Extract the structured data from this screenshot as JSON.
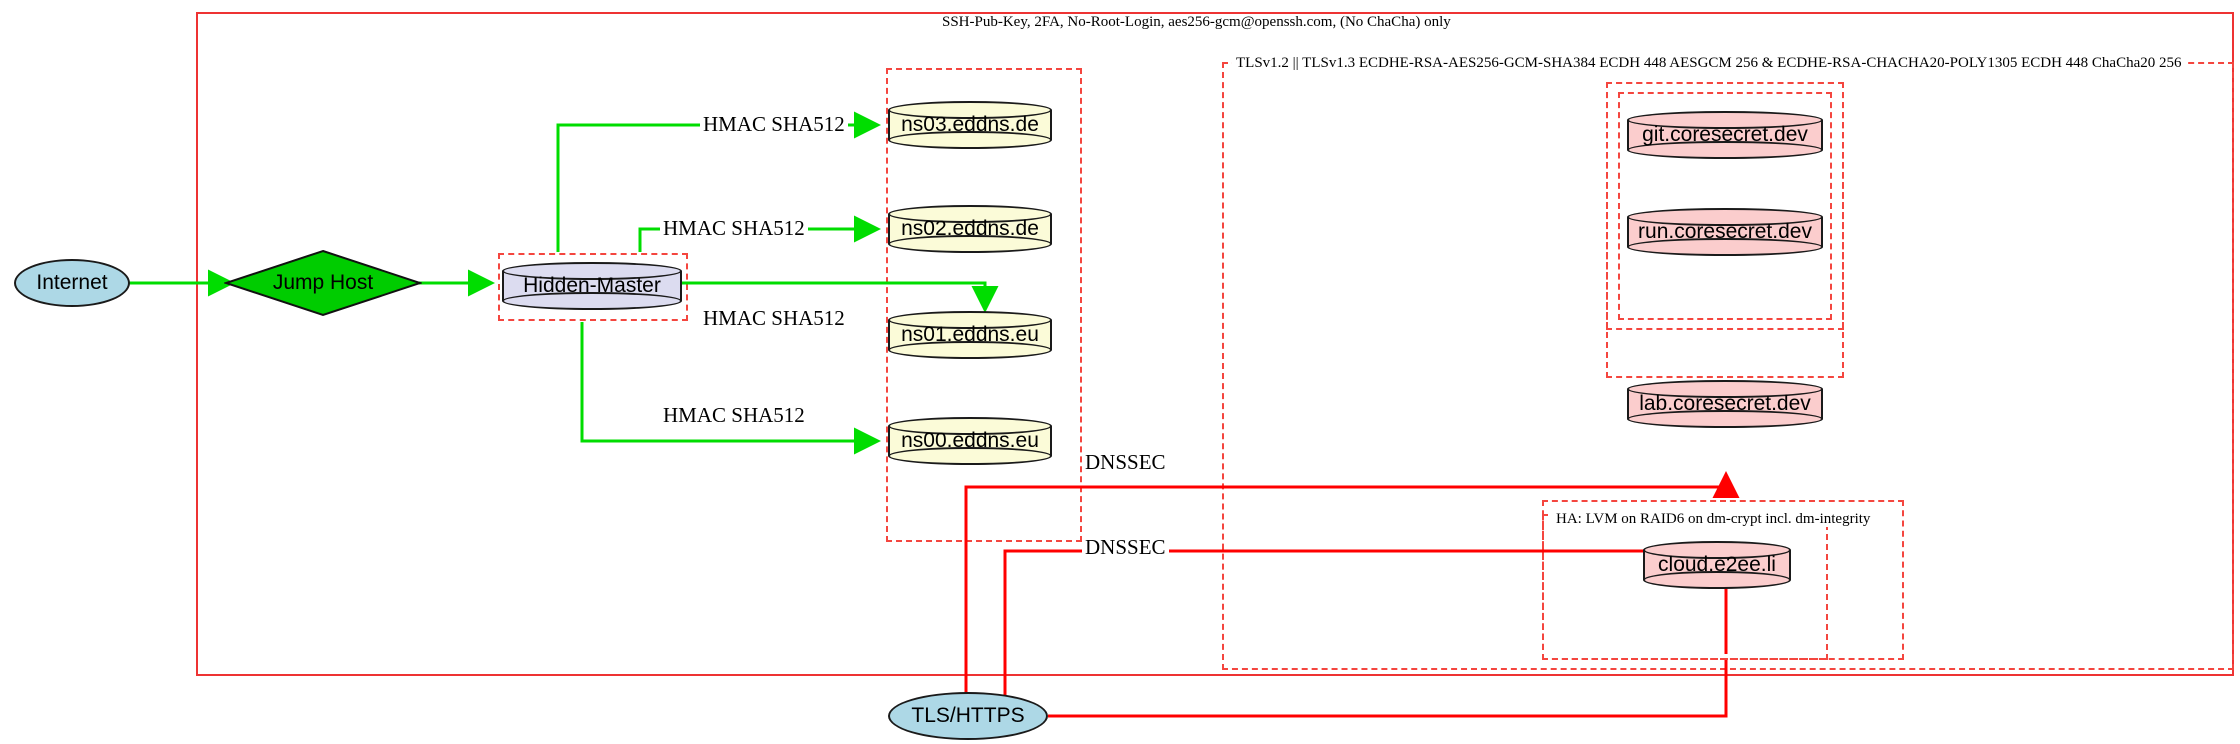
{
  "diagram": {
    "title": "Infrastructure security zones diagram",
    "colors": {
      "zone_border": "#ee3333",
      "secure_link": "#00dd00",
      "tls_link": "#ff0000",
      "dns_node_fill": "#fbfbd8",
      "master_node_fill": "#dcdcf0",
      "service_node_fill": "#fbcdcd",
      "internet_node_fill": "#add8e6",
      "jump_host_fill": "#00cc00"
    },
    "zones": {
      "ssh_zone_label": "SSH-Pub-Key, 2FA, No-Root-Login, aes256-gcm@openssh.com, (No ChaCha) only",
      "tls_zone_label": "TLSv1.2 || TLSv1.3 ECDHE-RSA-AES256-GCM-SHA384 ECDH 448 AESGCM 256 & ECDHE-RSA-CHACHA20-POLY1305 ECDH 448 ChaCha20 256",
      "ha_zone_label": "HA: LVM on RAID6 on dm-crypt incl. dm-integrity"
    },
    "nodes": {
      "internet": "Internet",
      "jump_host": "Jump Host",
      "hidden_master": "Hidden-Master",
      "ns03": "ns03.eddns.de",
      "ns02": "ns02.eddns.de",
      "ns01": "ns01.eddns.eu",
      "ns00": "ns00.eddns.eu",
      "git": "git.coresecret.dev",
      "run": "run.coresecret.dev",
      "lab": "lab.coresecret.dev",
      "cloud": "cloud.e2ee.li",
      "tls_https": "TLS/HTTPS"
    },
    "edges": {
      "hmac_ns03": "HMAC SHA512",
      "hmac_ns02": "HMAC SHA512",
      "hmac_ns01": "HMAC SHA512",
      "hmac_ns00": "HMAC SHA512",
      "dnssec_upper": "DNSSEC",
      "dnssec_lower": "DNSSEC"
    }
  }
}
